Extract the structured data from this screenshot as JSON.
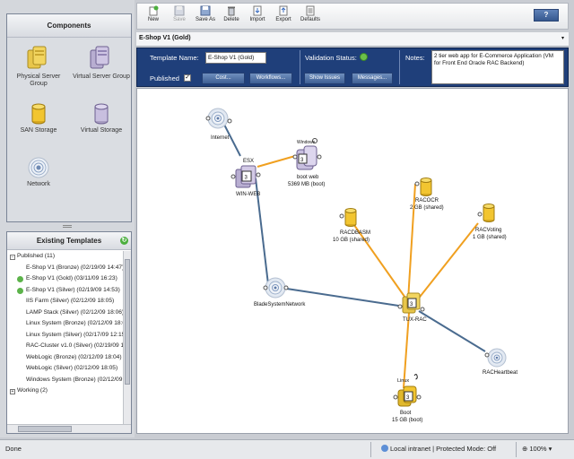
{
  "left": {
    "components": {
      "title": "Components",
      "items": [
        {
          "label": "Physical Server Group",
          "icon": "physical-server-group-icon"
        },
        {
          "label": "Virtual Server Group",
          "icon": "virtual-server-group-icon"
        },
        {
          "label": "SAN Storage",
          "icon": "san-storage-icon"
        },
        {
          "label": "Virtual Storage",
          "icon": "virtual-storage-icon"
        },
        {
          "label": "Network",
          "icon": "network-icon"
        }
      ]
    },
    "templates": {
      "title": "Existing Templates",
      "published_group": "Published (11)",
      "working_group": "Working (2)",
      "items": [
        {
          "label": "E-Shop V1 (Bronze) (02/19/09 14:47)",
          "validated": false
        },
        {
          "label": "E-Shop V1 (Gold) (03/11/09 16:23)",
          "validated": true
        },
        {
          "label": "E-Shop V1 (Silver) (02/19/09 14:53)",
          "validated": true
        },
        {
          "label": "IIS Farm (Silver) (02/12/09 18:05)",
          "validated": false
        },
        {
          "label": "LAMP Stack (Silver) (02/12/09 18:06)",
          "validated": false
        },
        {
          "label": "Linux System (Bronze) (02/12/09 18:0",
          "validated": false
        },
        {
          "label": "Linux System (Silver) (02/17/09 12:15",
          "validated": false
        },
        {
          "label": "RAC-Cluster v1.0 (Silver) (02/19/09 1",
          "validated": false
        },
        {
          "label": "WebLogic (Bronze) (02/12/09 18:04)",
          "validated": false
        },
        {
          "label": "WebLogic (Silver) (02/12/09 18:05)",
          "validated": false
        },
        {
          "label": "Windows System (Bronze) (02/12/09",
          "validated": false
        }
      ]
    }
  },
  "toolbar": {
    "new": "New",
    "save": "Save",
    "save_as": "Save As",
    "delete": "Delete",
    "import": "Import",
    "export": "Export",
    "defaults": "Defaults",
    "help": "?"
  },
  "tab": {
    "title": "E-Shop V1 (Gold)",
    "dropdown": "▾"
  },
  "props": {
    "template_name_label": "Template Name:",
    "template_name_value": "E-Shop V1 (Gold)",
    "published_label": "Published",
    "published_check": "✓",
    "cost_button": "Cost...",
    "workflows_button": "Workflows...",
    "validation_label": "Validation Status:",
    "show_issues_button": "Show Issues",
    "messages_button": "Messages...",
    "notes_label": "Notes:",
    "notes_value": "2 tier web app for E-Commerce Application (VM for Front End Oracle RAC Backend)"
  },
  "diagram": {
    "internet": "Internet",
    "esx": "ESX",
    "win_web": "WIN-WEB",
    "win_web_count": "3",
    "windows_badge": "Windows",
    "boot_web": "boot web",
    "boot_web_size": "5369 MB (boot)",
    "blade_network": "BladeSystemNetwork",
    "racocr": "RACOCR",
    "racocr_size": "2 GB (shared)",
    "racdbasm": "RACDBASM",
    "racdbasm_size": "10 GB (shared)",
    "racvoting": "RACVoting",
    "racvoting_size": "1 GB (shared)",
    "tux_rac": "TUX-RAC",
    "tux_rac_count": "3",
    "linux_badge": "Linux",
    "boot": "Boot",
    "boot_size": "15 GB (boot)",
    "boot_count": "3",
    "rac_heartbeat": "RACHeartbeat"
  },
  "status": {
    "done": "Done",
    "zone": "Local intranet | Protected Mode: Off",
    "zoom": "100%"
  },
  "colors": {
    "propbar": "#1f3f7a",
    "network_link": "#4a6b8f",
    "storage_link": "#f0a020",
    "storage_yellow": "#f2c530"
  }
}
